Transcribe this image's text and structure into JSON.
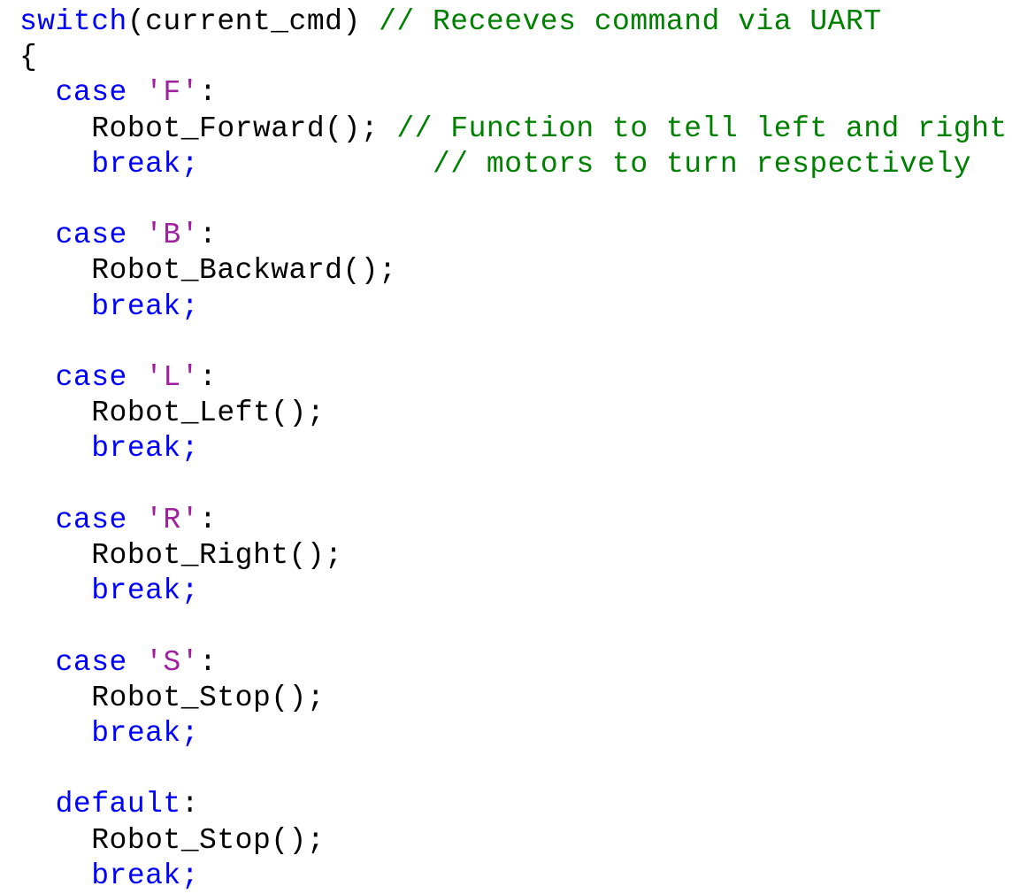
{
  "code_lines": [
    [
      {
        "text": "switch",
        "kind": "keyword"
      },
      {
        "text": "(current_cmd) ",
        "kind": "plain"
      },
      {
        "text": "// Receeves command via UART",
        "kind": "comment"
      }
    ],
    [
      {
        "text": "{",
        "kind": "plain"
      }
    ],
    [
      {
        "text": "  case ",
        "kind": "keyword"
      },
      {
        "text": "'F'",
        "kind": "char"
      },
      {
        "text": ":",
        "kind": "plain"
      }
    ],
    [
      {
        "text": "    Robot_Forward(); ",
        "kind": "plain"
      },
      {
        "text": "// Function to tell left and right",
        "kind": "comment"
      }
    ],
    [
      {
        "text": "    break;",
        "kind": "keyword"
      },
      {
        "text": "             ",
        "kind": "plain"
      },
      {
        "text": "// motors to turn respectively",
        "kind": "comment"
      }
    ],
    [],
    [
      {
        "text": "  case ",
        "kind": "keyword"
      },
      {
        "text": "'B'",
        "kind": "char"
      },
      {
        "text": ":",
        "kind": "plain"
      }
    ],
    [
      {
        "text": "    Robot_Backward();",
        "kind": "plain"
      }
    ],
    [
      {
        "text": "    break;",
        "kind": "keyword"
      }
    ],
    [],
    [
      {
        "text": "  case ",
        "kind": "keyword"
      },
      {
        "text": "'L'",
        "kind": "char"
      },
      {
        "text": ":",
        "kind": "plain"
      }
    ],
    [
      {
        "text": "    Robot_Left();",
        "kind": "plain"
      }
    ],
    [
      {
        "text": "    break;",
        "kind": "keyword"
      }
    ],
    [],
    [
      {
        "text": "  case ",
        "kind": "keyword"
      },
      {
        "text": "'R'",
        "kind": "char"
      },
      {
        "text": ":",
        "kind": "plain"
      }
    ],
    [
      {
        "text": "    Robot_Right();",
        "kind": "plain"
      }
    ],
    [
      {
        "text": "    break;",
        "kind": "keyword"
      }
    ],
    [],
    [
      {
        "text": "  case ",
        "kind": "keyword"
      },
      {
        "text": "'S'",
        "kind": "char"
      },
      {
        "text": ":",
        "kind": "plain"
      }
    ],
    [
      {
        "text": "    Robot_Stop();",
        "kind": "plain"
      }
    ],
    [
      {
        "text": "    break;",
        "kind": "keyword"
      }
    ],
    [],
    [
      {
        "text": "  default",
        "kind": "keyword"
      },
      {
        "text": ":",
        "kind": "plain"
      }
    ],
    [
      {
        "text": "    Robot_Stop();",
        "kind": "plain"
      }
    ],
    [
      {
        "text": "    break;",
        "kind": "keyword"
      }
    ]
  ],
  "colors": {
    "keyword": "#0000ff",
    "char": "#a020a0",
    "comment": "#008000",
    "plain": "#000000",
    "background": "#ffffff"
  }
}
